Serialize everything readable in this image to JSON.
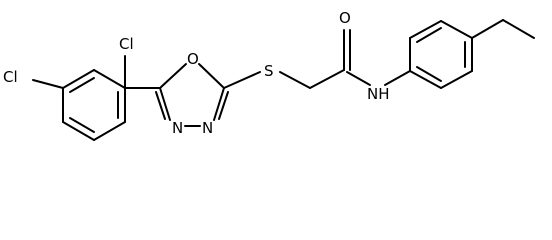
{
  "molecule": {
    "atoms": {
      "cl_top": "Cl",
      "cl_left": "Cl",
      "o_ring": "O",
      "n_left": "N",
      "n_right": "N",
      "s": "S",
      "o_carbonyl": "O",
      "nh": "NH"
    },
    "colors": {
      "bond": "#000000",
      "label": "#000000",
      "background": "#ffffff"
    }
  }
}
